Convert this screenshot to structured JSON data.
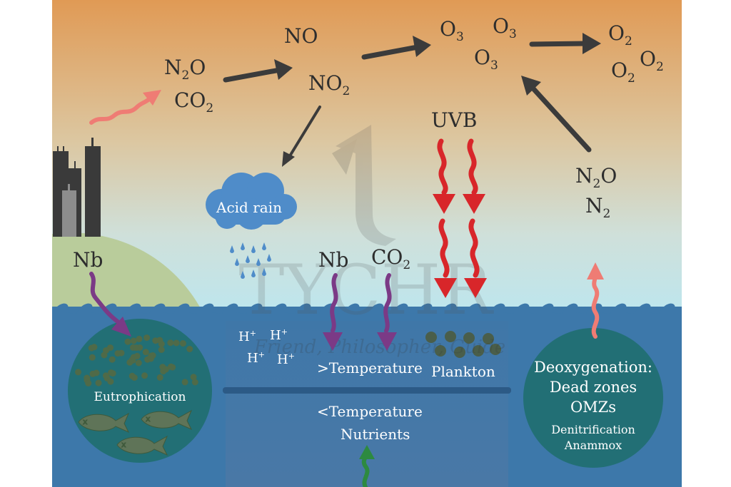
{
  "atmosphere": {
    "n2o": "N",
    "n2o_sub": "2",
    "n2o_tail": "O",
    "co2": "CO",
    "co2_sub": "2",
    "no": "NO",
    "no2": "NO",
    "no2_sub": "2",
    "o3": "O",
    "o3_sub": "3",
    "o2": "O",
    "o2_sub": "2",
    "uvb": "UVB",
    "n2o_right": "N",
    "n2o_right_sub": "2",
    "n2o_right_tail": "O",
    "n2_right": "N",
    "n2_right_sub": "2",
    "acid_rain": "Acid rain"
  },
  "land": {
    "nb": "Nb",
    "eutrophication": "Eutrophication"
  },
  "ocean": {
    "h_ion": "H",
    "h_ion_sup": "+",
    "nb": "Nb",
    "co2": "CO",
    "co2_sub": "2",
    "temperature_high": ">Temperature",
    "plankton": "Plankton",
    "temperature_low": "<Temperature",
    "nutrients": "Nutrients"
  },
  "deoxygenation": {
    "title": "Deoxygenation:",
    "line2": "Dead zones",
    "line3": "OMZs",
    "line4": "Denitrification",
    "line5": "Anammox"
  },
  "watermark": {
    "word": "TYCHR",
    "tagline": "Friend, Philosopher, Guide"
  },
  "colors": {
    "sky_top": "#e09a55",
    "sky_bottom": "#bde6ee",
    "ocean": "#3d78aa",
    "deep_band": "#4e80ae",
    "land": "#b9cc9b",
    "circle": "#226f75",
    "arrow_dark": "#3b3b3b",
    "arrow_red": "#d8262a",
    "arrow_purple": "#7b3a86",
    "arrow_pink": "#ef7c74",
    "arrow_green": "#2d8a40",
    "cloud": "#4f8cc9",
    "particle": "#4a6b4e"
  }
}
